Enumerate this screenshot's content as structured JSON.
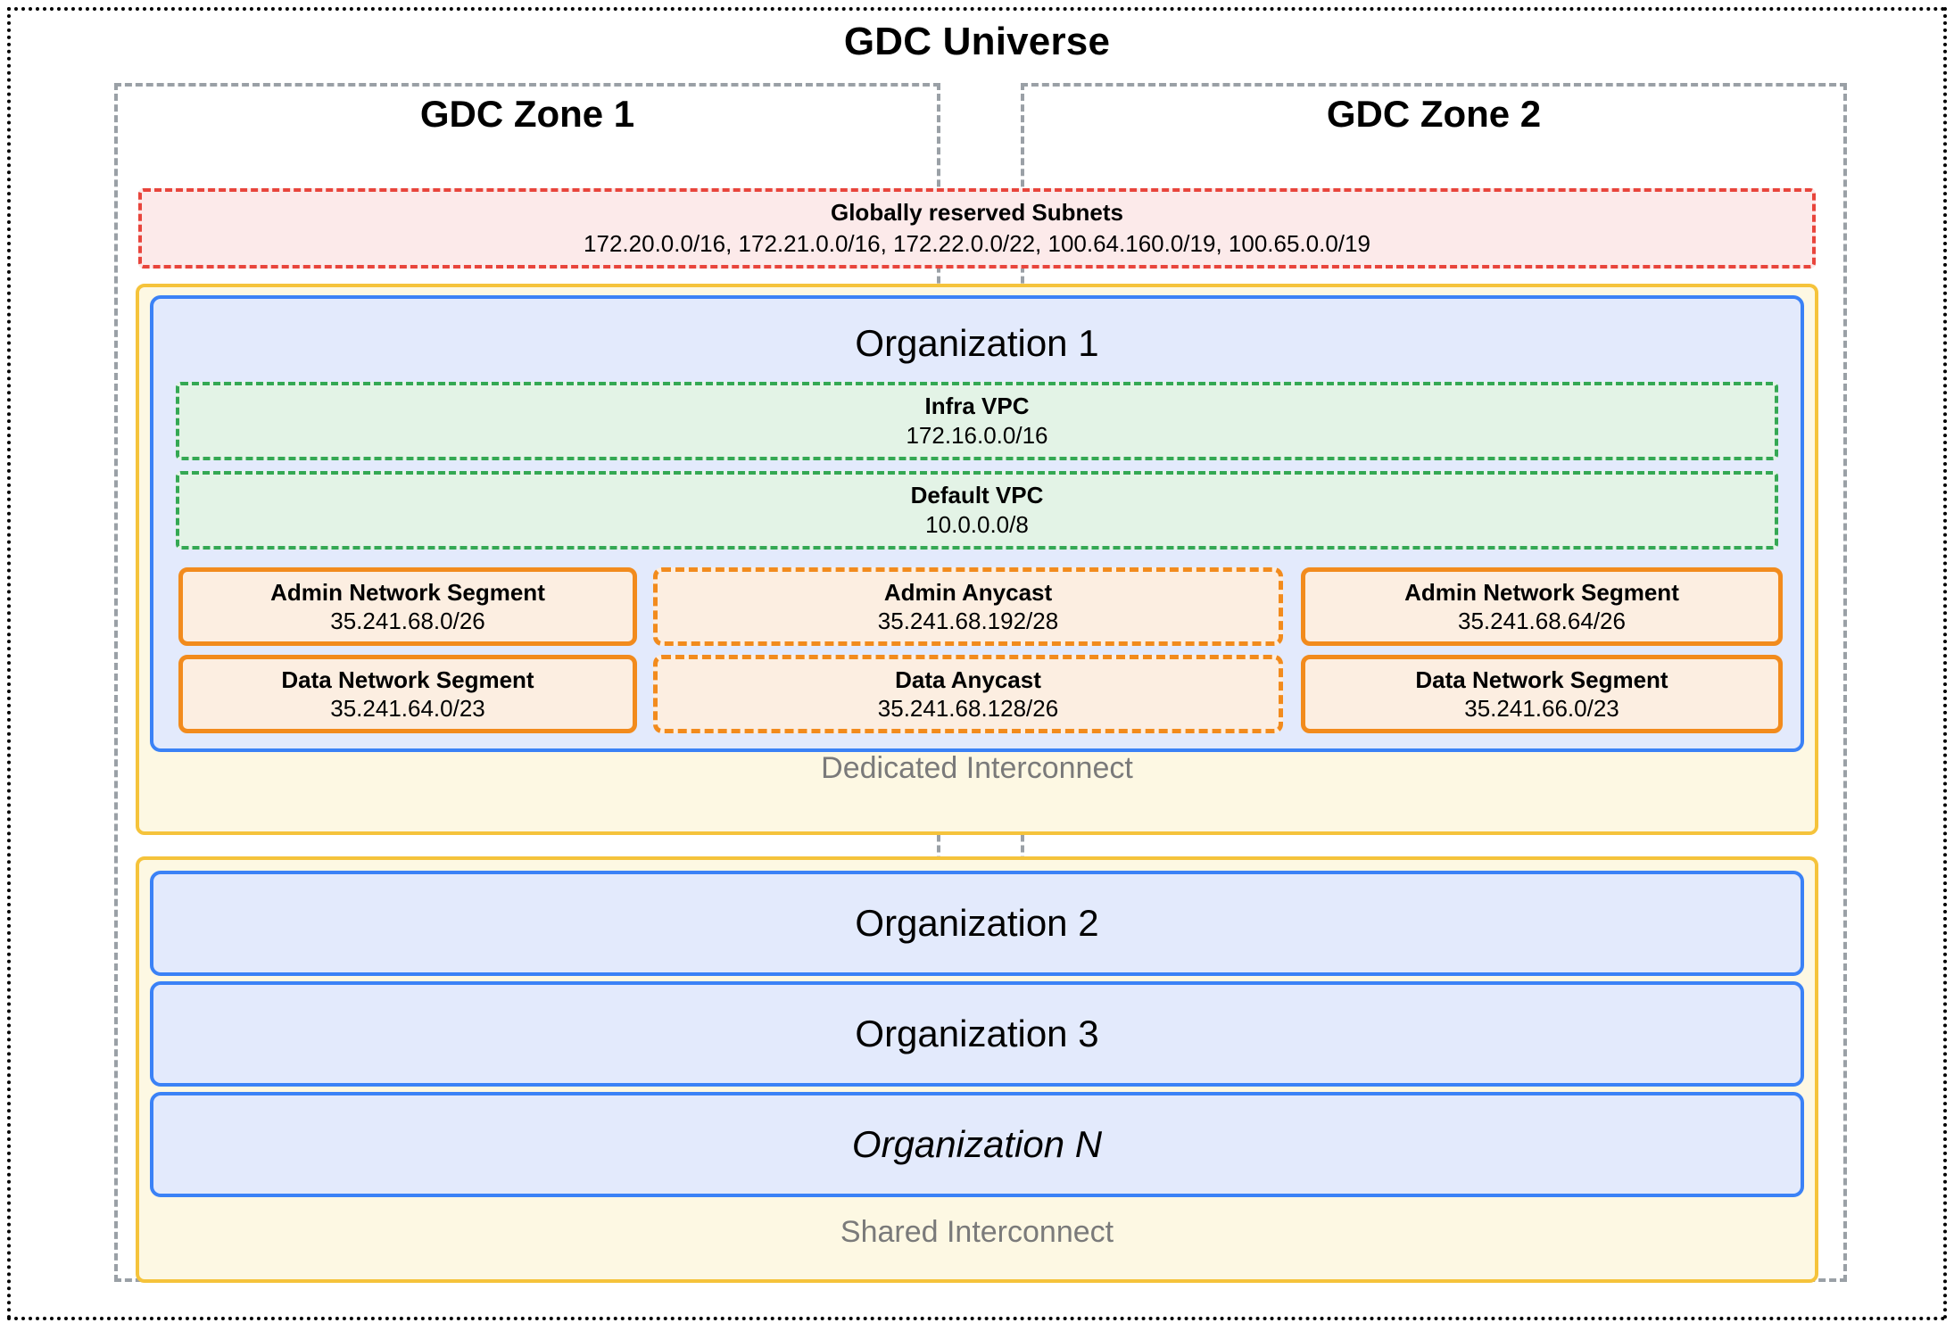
{
  "universe": {
    "title": "GDC Universe"
  },
  "zones": [
    {
      "label": "GDC Zone 1"
    },
    {
      "label": "GDC Zone 2"
    }
  ],
  "reserved_subnets": {
    "title": "Globally reserved Subnets",
    "cidrs": "172.20.0.0/16, 172.21.0.0/16, 172.22.0.0/22, 100.64.160.0/19, 100.65.0.0/19"
  },
  "dedicated_interconnect": {
    "label": "Dedicated Interconnect"
  },
  "shared_interconnect": {
    "label": "Shared Interconnect"
  },
  "organization_1": {
    "title": "Organization 1",
    "vpcs": [
      {
        "name": "Infra VPC",
        "cidr": "172.16.0.0/16"
      },
      {
        "name": "Default VPC",
        "cidr": "10.0.0.0/8"
      }
    ],
    "segments": {
      "zone1_admin": {
        "name": "Admin Network Segment",
        "cidr": "35.241.68.0/26"
      },
      "zone1_data": {
        "name": "Data Network Segment",
        "cidr": "35.241.64.0/23"
      },
      "anycast_admin": {
        "name": "Admin Anycast",
        "cidr": "35.241.68.192/28"
      },
      "anycast_data": {
        "name": "Data Anycast",
        "cidr": "35.241.68.128/26"
      },
      "zone2_admin": {
        "name": "Admin Network Segment",
        "cidr": "35.241.68.64/26"
      },
      "zone2_data": {
        "name": "Data Network Segment",
        "cidr": "35.241.66.0/23"
      }
    }
  },
  "other_organizations": [
    {
      "title": "Organization 2"
    },
    {
      "title": "Organization 3"
    },
    {
      "title": "Organization N"
    }
  ],
  "colors": {
    "universe_border": "#000000",
    "zone_border": "#9aa0a6",
    "reserved_border": "#e8453c",
    "reserved_fill": "#fceaea",
    "interconnect_border": "#f5c33b",
    "interconnect_fill": "#fdf8e3",
    "org_border": "#3b82f6",
    "org_fill": "#e3eafc",
    "vpc_border": "#34a853",
    "vpc_fill": "#e3f3e6",
    "segment_border": "#f28b1d",
    "segment_fill": "#fceee1",
    "interconnect_label": "#7a7a7a"
  }
}
